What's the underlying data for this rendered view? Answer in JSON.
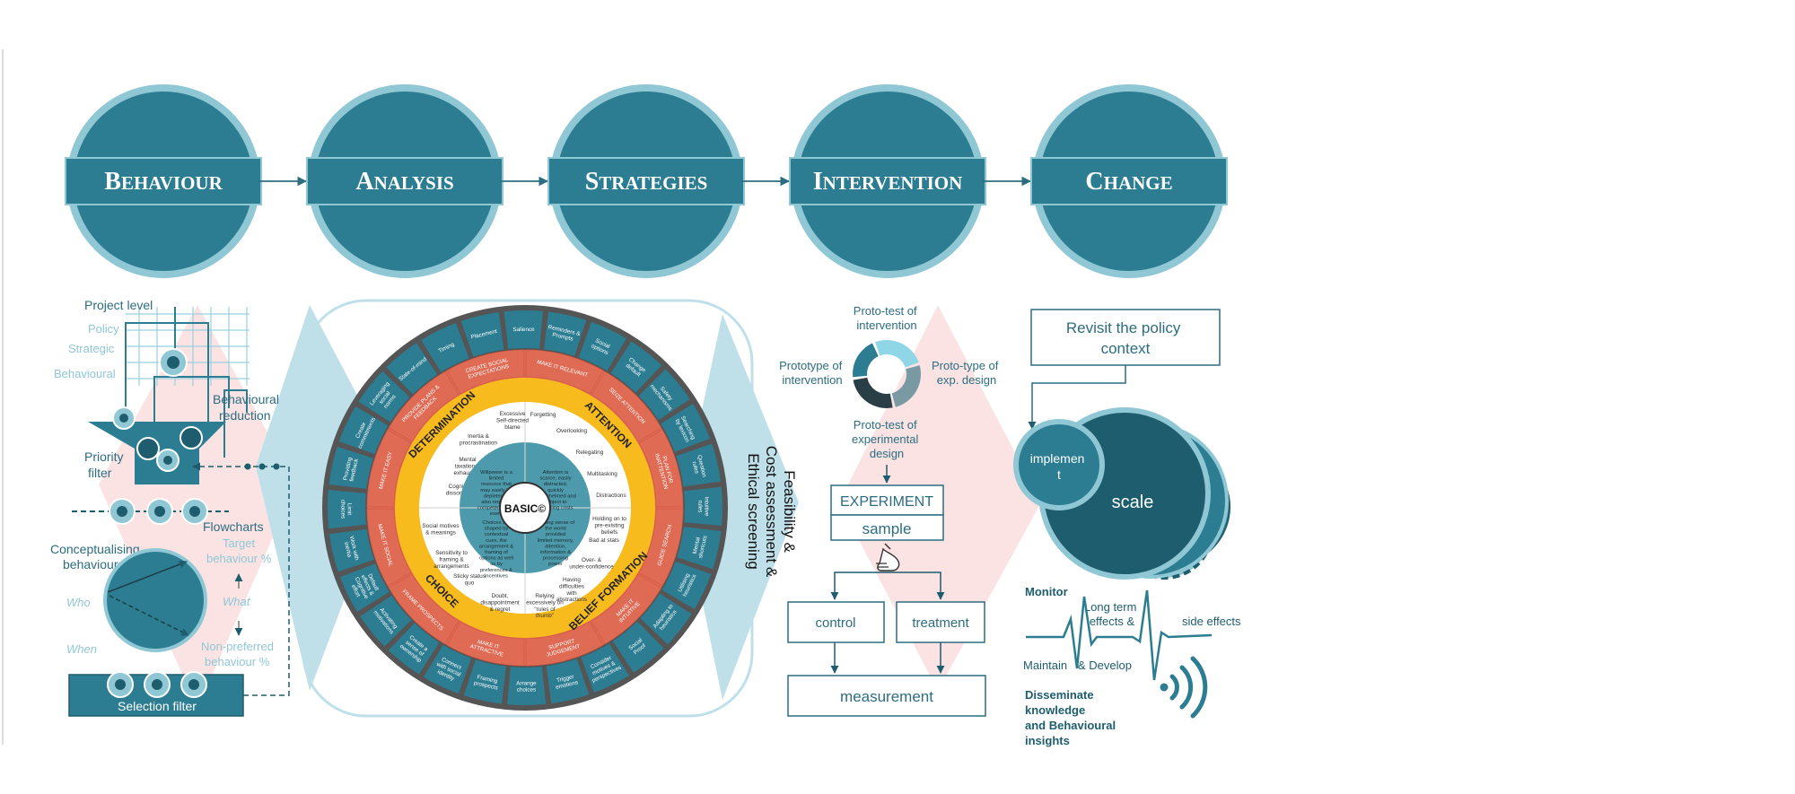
{
  "stages": [
    {
      "first": "B",
      "rest": "EHAVIOUR"
    },
    {
      "first": "A",
      "rest": "NALYSIS"
    },
    {
      "first": "S",
      "rest": "TRATEGIES"
    },
    {
      "first": "I",
      "rest": "NTERVENTION"
    },
    {
      "first": "C",
      "rest": "HANGE"
    }
  ],
  "behaviour": {
    "project_level": "Project level",
    "policy": "Policy",
    "strategic": "Strategic",
    "behavioural": "Behavioural",
    "behavioural_reduction": [
      "Behavioural",
      "reduction"
    ],
    "priority_filter": [
      "Priority",
      "filter"
    ],
    "flowcharts": "Flowcharts",
    "target_behaviour": [
      "Target",
      "behaviour %"
    ],
    "conceptualising": [
      "Conceptualising",
      "behaviours"
    ],
    "who": "Who",
    "what": "What",
    "when": "When",
    "non_preferred": [
      "Non-preferred",
      "behaviour %"
    ],
    "selection_filter": "Selection filter"
  },
  "wheel": {
    "center": "BASIC©",
    "quadrants": [
      "DETERMINATION",
      "ATTENTION",
      "BELIEF FORMATION",
      "CHOICE"
    ],
    "red_labels": [
      "PROVIDE PLANS & FEEDBACK",
      "CREATE SOCIAL EXPECTATIONS",
      "MAKE IT RELEVANT",
      "SEIZE ATTENTION",
      "PLAN FOR INATTENTION",
      "GUIDE SEARCH",
      "MAKE IT INTUITIVE",
      "SUPPORT JUDGEMENT",
      "MAKE IT ATTRACTIVE",
      "FRAME PROSPECTS",
      "MAKE IT SOCIAL",
      "MAKE IT EASY"
    ],
    "outer_labels": [
      "Providing feedback",
      "Create commitments",
      "Leveraging social norms",
      "State-of-mind",
      "Timing",
      "Placement",
      "Salience",
      "Reminders & Prompts",
      "Social options",
      "Change default",
      "Safety mechanisms",
      "Searching by lexicon",
      "Question rules",
      "Intuitive rules",
      "Mental shortcuts",
      "Utilising heuristics",
      "Adapting to heuristics",
      "Social Proof",
      "Consider motives & perspectives",
      "Trigger emotions",
      "Arrange choices",
      "Framing prospects",
      "Connect with social identity",
      "Create a sense of ownership",
      "Activating motivations",
      "Default effects & Cognitive effort",
      "Work with inertia",
      "Limit choices"
    ],
    "barriers": {
      "determination": [
        "Excessive Self-directed blame",
        "Inertia & procrastination",
        "Mental taxation & exhaustion",
        "Cognitive dissonance"
      ],
      "attention": [
        "Forgetting",
        "Overlooking",
        "Relegating",
        "Multitasking",
        "Distractions"
      ],
      "belief": [
        "Holding on to pre-existing beliefs",
        "Bad at stats",
        "Over- & under-confidence",
        "Having difficulties with abstractions",
        "Relying excessively on \"rules of thumb\""
      ],
      "choice": [
        "Social motives & meanings",
        "Sensitivity to framing & arrangements",
        "Sticky status quo",
        "Doubt, disappointment & regret"
      ]
    },
    "inner": {
      "determination": "Willpower is a limited resource that may easily be depleted. It also requires competencies to exert.",
      "attention": "Attention is scarce, easily distracted, quickly overwhelmed and subject to switching costs",
      "belief": "Making sense of the world provided limited memory, attention, information & processing power",
      "choice": "Choices are shaped by contextual cues, the arrangement & framing of options as well as by preferences & incentives"
    }
  },
  "feasibility": [
    "Feasibility &",
    "Cost assessment &",
    "Ethical screening"
  ],
  "intervention": {
    "proto_test_intervention": [
      "Proto-test of",
      "intervention"
    ],
    "prototype_intervention": [
      "Prototype of",
      "intervention"
    ],
    "prototype_exp": [
      "Proto-type of",
      "exp. design"
    ],
    "proto_test_experimental": [
      "Proto-test of",
      "experimental",
      "design"
    ],
    "experiment": "EXPERIMENT",
    "sample": "sample",
    "control": "control",
    "treatment": "treatment",
    "measurement": "measurement"
  },
  "change": {
    "revisit": [
      "Revisit the policy",
      "context"
    ],
    "implement": [
      "implemen",
      "t"
    ],
    "scale": "scale",
    "monitor": "Monitor",
    "long_term": [
      "Long term",
      "effects &"
    ],
    "side_effects": "side effects",
    "maintain": "Maintain",
    "develop": "& Develop",
    "disseminate": [
      "Disseminate",
      "knowledge",
      "and Behavioural",
      "insights"
    ]
  },
  "colors": {
    "teal": "#2c7d92",
    "teal_dark": "#1e5d6d",
    "teal_light": "#8fc7d5",
    "pale_blue": "#bfe0e9",
    "red": "#e06b55",
    "pale_red": "#fbe3e4",
    "yellow": "#f8bb1e",
    "wheel_gray": "#555555"
  }
}
